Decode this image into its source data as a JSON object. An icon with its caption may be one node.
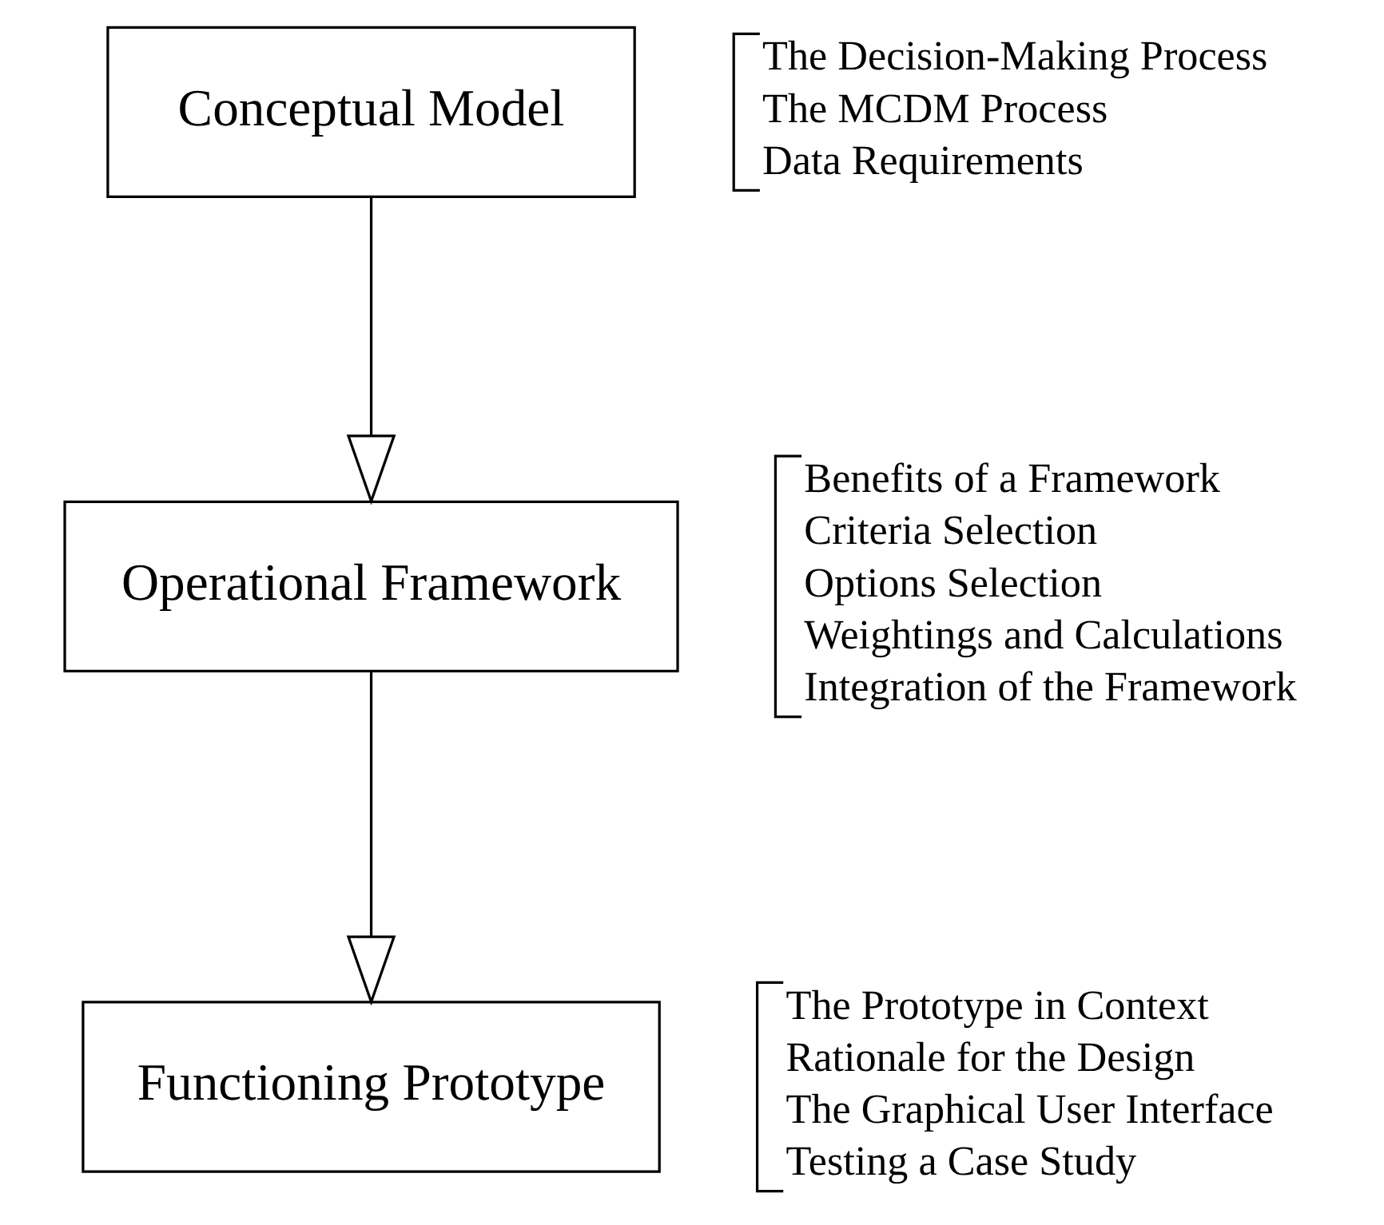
{
  "diagram": {
    "nodes": [
      {
        "text": [
          "Conceptual Model"
        ],
        "beside": [
          "The Decision-Making Process",
          "The MCDM Process",
          "Data Requirements"
        ]
      },
      {
        "text": [
          "Operational Framework"
        ],
        "beside": [
          "Benefits of a Framework",
          "Criteria Selection",
          "Options Selection",
          "Weightings and Calculations",
          "Integration of the Framework"
        ]
      },
      {
        "text": [
          "Functioning Prototype"
        ],
        "beside": [
          "The Prototype in Context",
          "Rationale for the Design",
          "The Graphical User Interface",
          "Testing a Case Study"
        ]
      }
    ],
    "edges": [
      {
        "from": 0,
        "to": 1,
        "arrow": "to"
      },
      {
        "from": 1,
        "to": 2,
        "arrow": "to"
      }
    ]
  }
}
